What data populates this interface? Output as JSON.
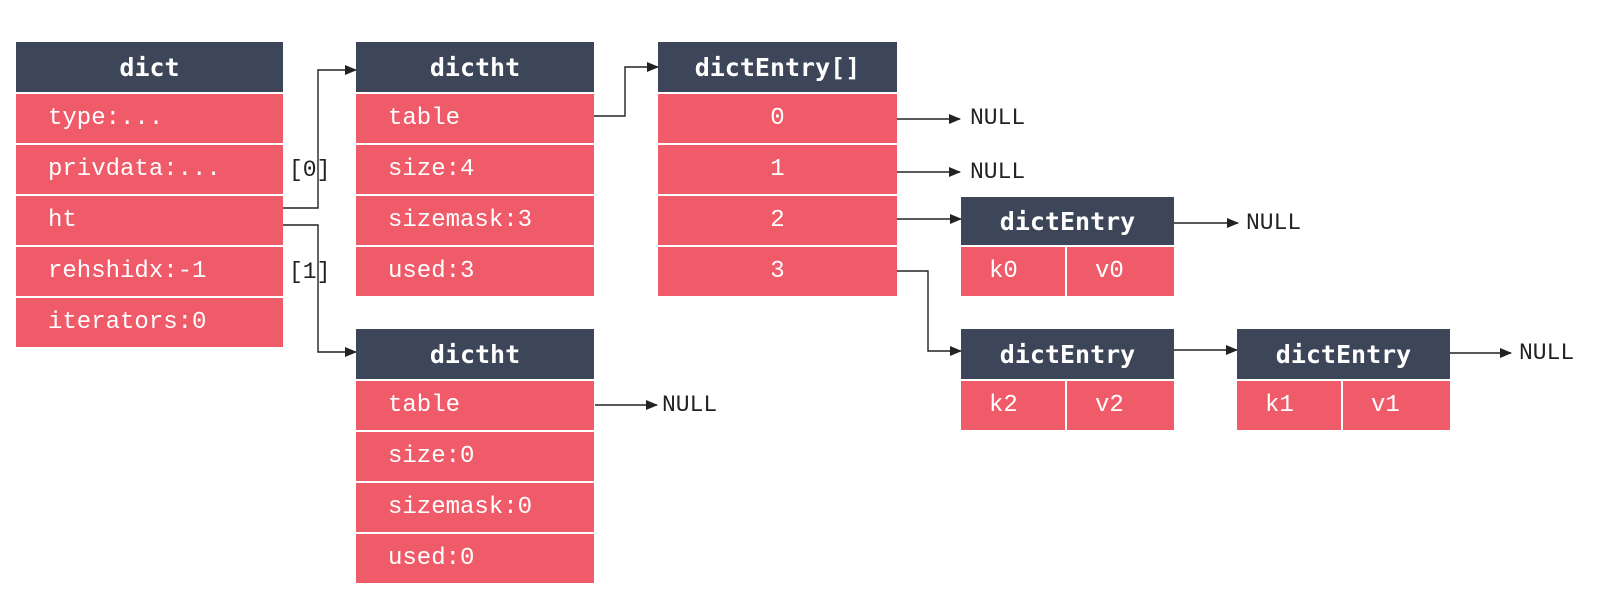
{
  "dict": {
    "header": "dict",
    "fields": [
      "type:...",
      "privdata:...",
      "ht",
      "rehshidx:-1",
      "iterators:0"
    ]
  },
  "ht_index_labels": [
    "[0]",
    "[1]"
  ],
  "dictht0": {
    "header": "dictht",
    "fields": [
      "table",
      "size:4",
      "sizemask:3",
      "used:3"
    ]
  },
  "dictht1": {
    "header": "dictht",
    "fields": [
      "table",
      "size:0",
      "sizemask:0",
      "used:0"
    ]
  },
  "entry_array": {
    "header": "dictEntry[]",
    "slots": [
      "0",
      "1",
      "2",
      "3"
    ]
  },
  "entries": {
    "e0": {
      "header": "dictEntry",
      "key": "k0",
      "value": "v0"
    },
    "e2": {
      "header": "dictEntry",
      "key": "k2",
      "value": "v2"
    },
    "e1": {
      "header": "dictEntry",
      "key": "k1",
      "value": "v1"
    }
  },
  "null_labels": {
    "slot0": "NULL",
    "slot1": "NULL",
    "e0_next": "NULL",
    "e1_next": "NULL",
    "dictht1_table": "NULL"
  },
  "colors": {
    "header_bg": "#3c4658",
    "cell_bg": "#f05b6a",
    "text_on_dark": "#ffffff",
    "line": "#222222"
  }
}
